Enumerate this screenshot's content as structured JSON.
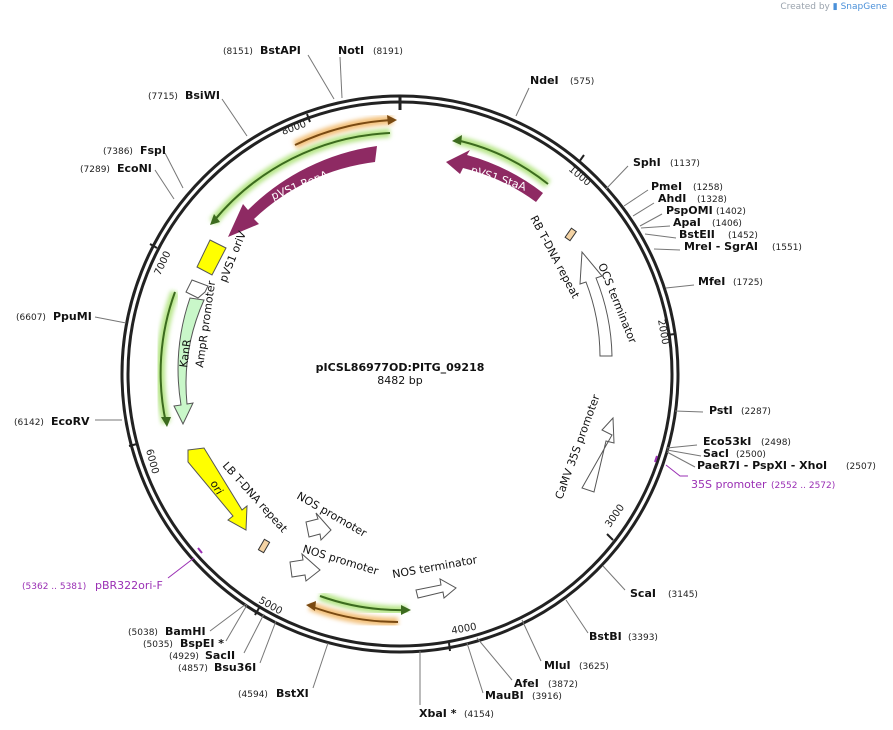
{
  "header": {
    "credit_prefix": "Created by",
    "credit_brand": "SnapGene"
  },
  "plasmid": {
    "name": "pICSL86977OD:PITG_09218",
    "length_label": "8482 bp",
    "length": 8482
  },
  "colors": {
    "backbone": "#222222",
    "magenta": "#8e2a63",
    "green_glow": "#b8e68a",
    "green": "#3c6b1e",
    "orange_glow": "#f3c17c",
    "orange": "#7a4a12",
    "yellow": "#ffff00",
    "kanr": "#c9f7c9",
    "tdna": "#f4d3a4",
    "primer": "#9a2fb4",
    "label": "#111111",
    "number": "#222222"
  },
  "tick_labels": [
    {
      "text": "1000"
    },
    {
      "text": "2000"
    },
    {
      "text": "3000"
    },
    {
      "text": "4000"
    },
    {
      "text": "5000"
    },
    {
      "text": "6000"
    },
    {
      "text": "7000"
    },
    {
      "text": "8000"
    }
  ],
  "sites": [
    {
      "name": "NdeI",
      "pos": "(575)"
    },
    {
      "name": "SphI",
      "pos": "(1137)"
    },
    {
      "name": "PmeI",
      "pos": "(1258)"
    },
    {
      "name": "AhdI",
      "pos": "(1328)"
    },
    {
      "name": "PspOMI",
      "pos": "(1402)"
    },
    {
      "name": "ApaI",
      "pos": "(1406)"
    },
    {
      "name": "BstEII",
      "pos": "(1452)"
    },
    {
      "name": "MreI - SgrAI",
      "pos": "(1551)"
    },
    {
      "name": "MfeI",
      "pos": "(1725)"
    },
    {
      "name": "PstI",
      "pos": "(2287)"
    },
    {
      "name": "Eco53kI",
      "pos": "(2498)"
    },
    {
      "name": "SacI",
      "pos": "(2500)"
    },
    {
      "name": "PaeR7I - PspXI - XhoI",
      "pos": "(2507)"
    },
    {
      "name": "ScaI",
      "pos": "(3145)"
    },
    {
      "name": "BstBI",
      "pos": "(3393)"
    },
    {
      "name": "MluI",
      "pos": "(3625)"
    },
    {
      "name": "AfeI",
      "pos": "(3872)"
    },
    {
      "name": "MauBI",
      "pos": "(3916)"
    },
    {
      "name": "XbaI *",
      "pos": "(4154)"
    },
    {
      "name": "BstXI",
      "pos": "(4594)"
    },
    {
      "name": "Bsu36I",
      "pos": "(4857)"
    },
    {
      "name": "SacII",
      "pos": "(4929)"
    },
    {
      "name": "BspEI *",
      "pos": "(5035)"
    },
    {
      "name": "BamHI",
      "pos": "(5038)"
    },
    {
      "name": "EcoRV",
      "pos": "(6142)"
    },
    {
      "name": "PpuMI",
      "pos": "(6607)"
    },
    {
      "name": "EcoNI",
      "pos": "(7289)"
    },
    {
      "name": "FspI",
      "pos": "(7386)"
    },
    {
      "name": "BsiWI",
      "pos": "(7715)"
    },
    {
      "name": "BstAPI",
      "pos": "(8151)"
    },
    {
      "name": "NotI",
      "pos": "(8191)"
    }
  ],
  "primers": [
    {
      "name": "35S promoter",
      "range": "(2552 .. 2572)"
    },
    {
      "name": "pBR322ori-F",
      "range": "(5362 .. 5381)"
    }
  ],
  "features": [
    {
      "name": "pVS1 StaA"
    },
    {
      "name": "pVS1 RepA"
    },
    {
      "name": "RB T-DNA repeat"
    },
    {
      "name": "OCS terminator"
    },
    {
      "name": "pVS1 oriV"
    },
    {
      "name": "AmpR promoter"
    },
    {
      "name": "KanR"
    },
    {
      "name": "CaMV 35S promoter"
    },
    {
      "name": "LB T-DNA repeat"
    },
    {
      "name": "ori"
    },
    {
      "name": "NOS promoter"
    },
    {
      "name": "NOS promoter"
    },
    {
      "name": "NOS terminator"
    }
  ]
}
